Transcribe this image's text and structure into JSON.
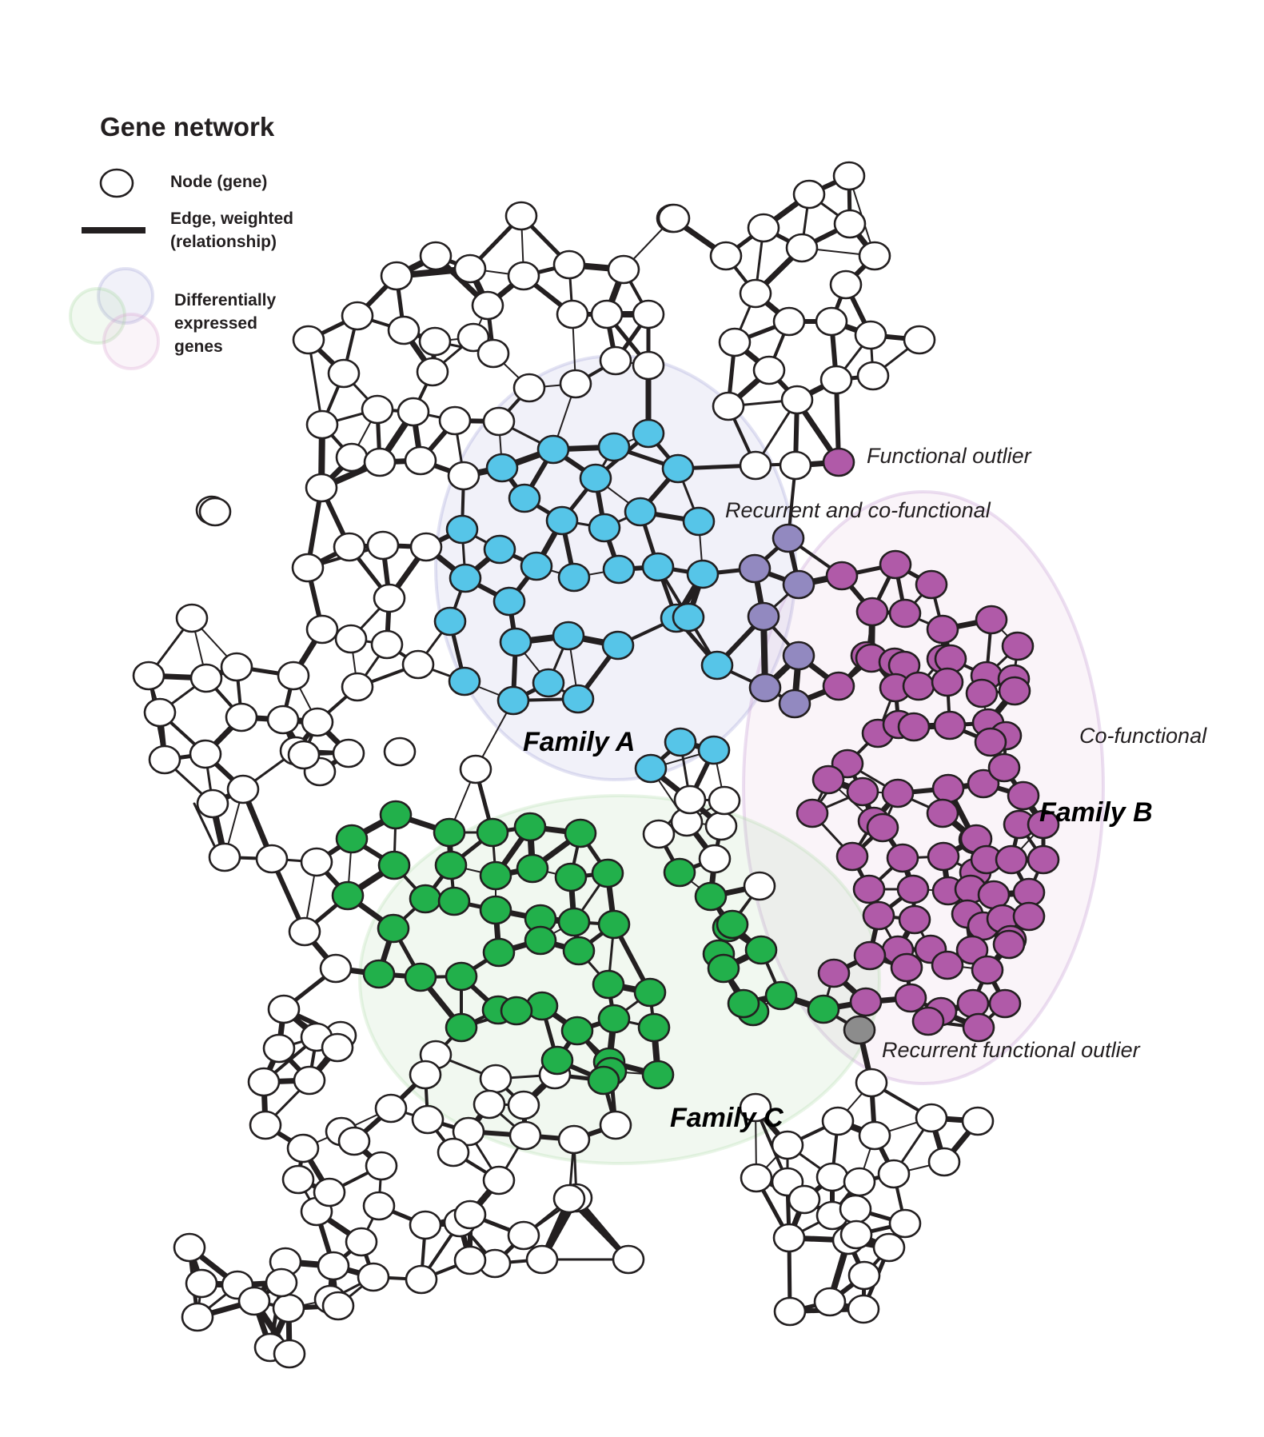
{
  "legend": {
    "title": "Gene network",
    "node_label": "Node (gene)",
    "edge_label_line1": "Edge, weighted",
    "edge_label_line2": "(relationship)",
    "deg_label_line1": "Differentially",
    "deg_label_line2": "expressed",
    "deg_label_line3": "genes"
  },
  "annotations": {
    "functional_outlier": "Functional outlier",
    "recurrent_cofunctional": "Recurrent and co-functional",
    "cofunctional": "Co-functional",
    "recurrent_functional_outlier": "Recurrent functional outlier"
  },
  "families": {
    "a": "Family A",
    "b": "Family B",
    "c": "Family C"
  },
  "colors": {
    "white": "#ffffff",
    "blue": "#56c5e8",
    "purple": "#b05aa8",
    "lavender": "#9289c0",
    "green": "#22b04b",
    "gray": "#8c8c8c",
    "edge": "#231f20",
    "halo_a": "#8e8ed0",
    "halo_b": "#d9a2d0",
    "halo_c": "#a6d6a0"
  }
}
